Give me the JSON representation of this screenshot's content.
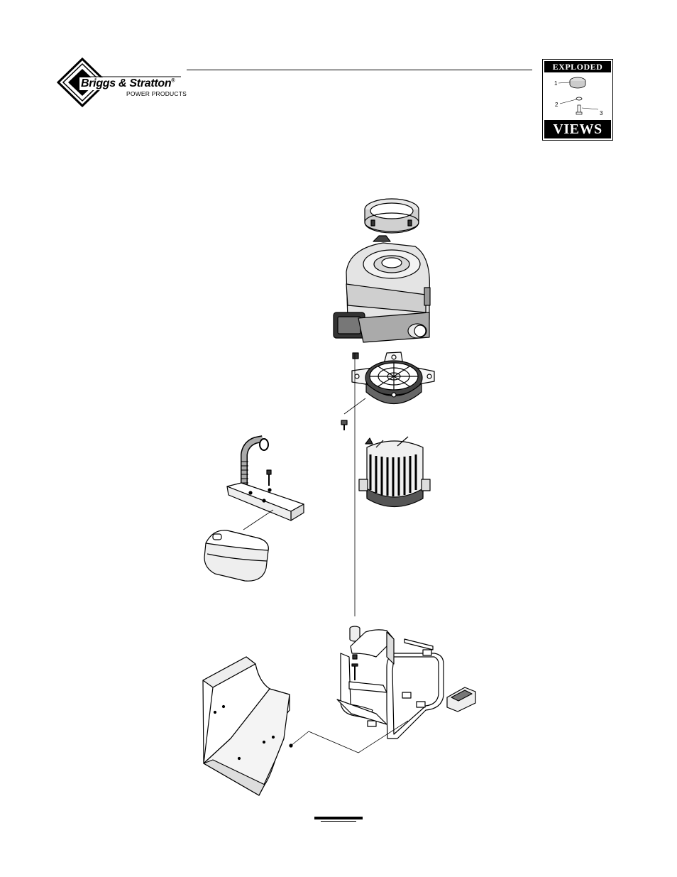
{
  "header": {
    "brand_name": "Briggs & Stratton",
    "brand_mark": "®",
    "brand_subtitle": "POWER PRODUCTS"
  },
  "badge": {
    "top_label": "EXPLODED",
    "bottom_label": "VIEWS",
    "callouts": [
      "1",
      "2",
      "3"
    ]
  },
  "diagram": {
    "parts": [
      "air-filter-ring",
      "engine",
      "generator-adapter-plate",
      "alternator",
      "muffler-bracket",
      "exhaust-elbow",
      "muffler",
      "vibration-mount",
      "frame",
      "side-panel",
      "foot-pad"
    ]
  }
}
